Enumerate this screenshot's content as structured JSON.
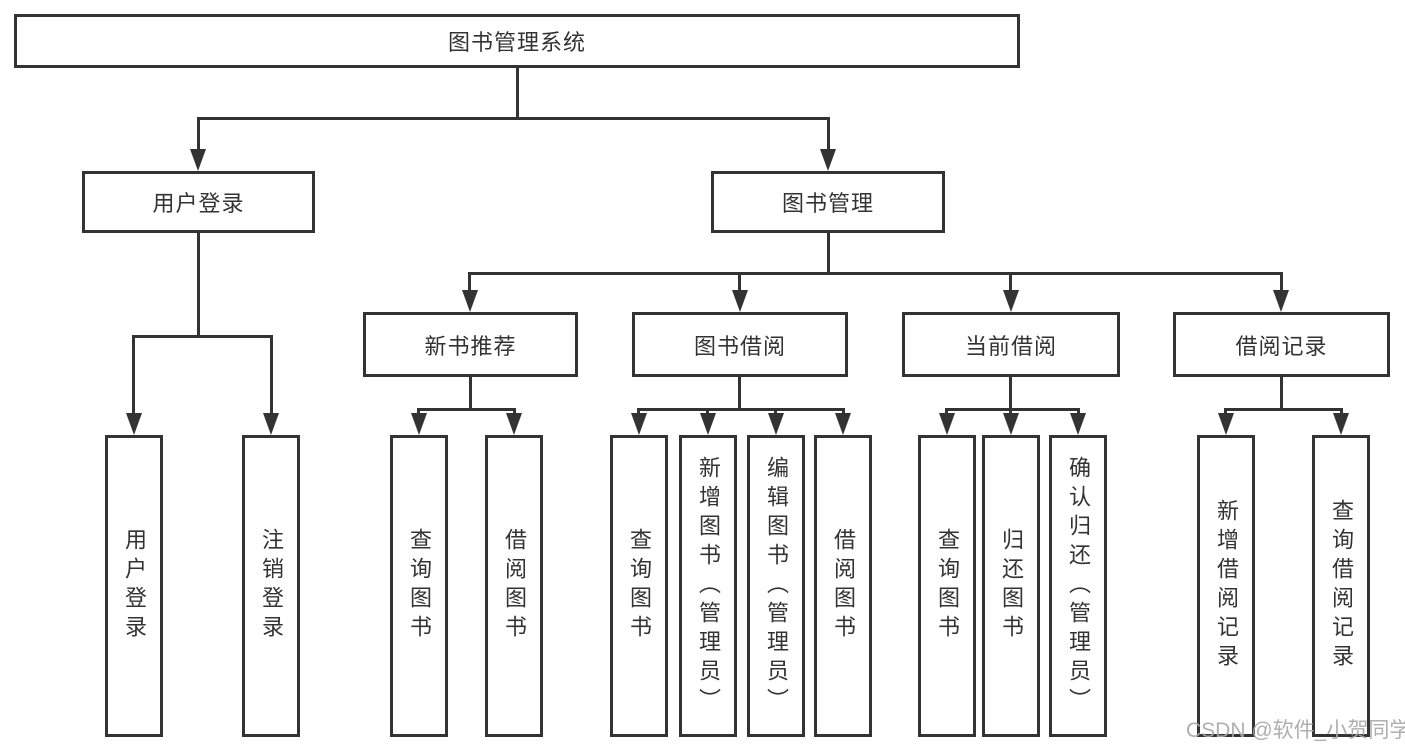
{
  "diagram": {
    "title": "图书管理系统",
    "root": {
      "label": "图书管理系统"
    },
    "level2": [
      {
        "label": "用户登录"
      },
      {
        "label": "图书管理"
      }
    ],
    "level3": [
      {
        "label": "新书推荐",
        "parent": "图书管理"
      },
      {
        "label": "图书借阅",
        "parent": "图书管理"
      },
      {
        "label": "当前借阅",
        "parent": "图书管理"
      },
      {
        "label": "借阅记录",
        "parent": "图书管理"
      }
    ],
    "leaves": [
      {
        "label": "用户登录",
        "parent": "用户登录"
      },
      {
        "label": "注销登录",
        "parent": "用户登录"
      },
      {
        "label": "查询图书",
        "parent": "新书推荐"
      },
      {
        "label": "借阅图书",
        "parent": "新书推荐"
      },
      {
        "label": "查询图书",
        "parent": "图书借阅"
      },
      {
        "label": "新增图书（管理员）",
        "parent": "图书借阅"
      },
      {
        "label": "编辑图书（管理员）",
        "parent": "图书借阅"
      },
      {
        "label": "借阅图书",
        "parent": "图书借阅"
      },
      {
        "label": "查询图书",
        "parent": "当前借阅"
      },
      {
        "label": "归还图书",
        "parent": "当前借阅"
      },
      {
        "label": "确认归还（管理员）",
        "parent": "当前借阅"
      },
      {
        "label": "新增借阅记录",
        "parent": "借阅记录"
      },
      {
        "label": "查询借阅记录",
        "parent": "借阅记录"
      }
    ]
  },
  "watermark": "CSDN @软件_小贺同学",
  "colors": {
    "line": "#333333",
    "text": "#333333",
    "box_background": "#ffffff",
    "watermark": "#a8a8a8",
    "background": "#ffffff"
  }
}
